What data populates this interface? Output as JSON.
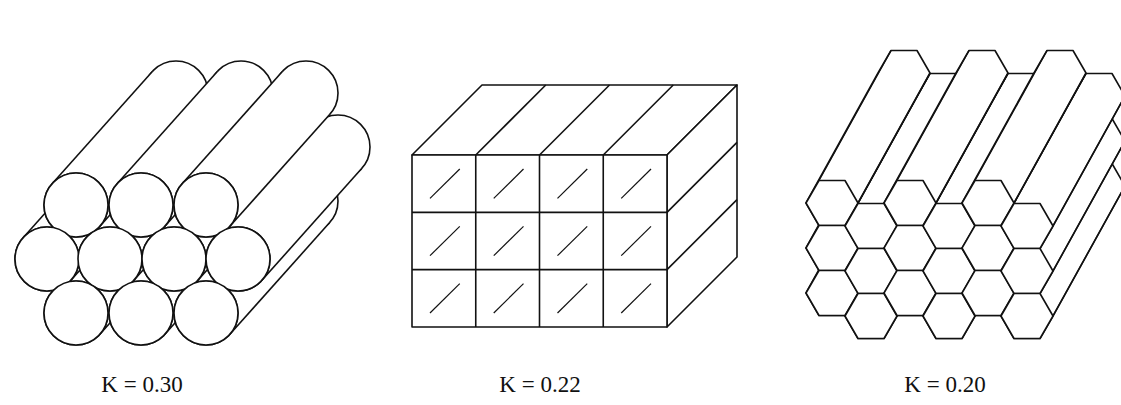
{
  "diagram": {
    "labels": [
      "K = 0.30",
      "K = 0.22",
      "K = 0.20"
    ]
  }
}
